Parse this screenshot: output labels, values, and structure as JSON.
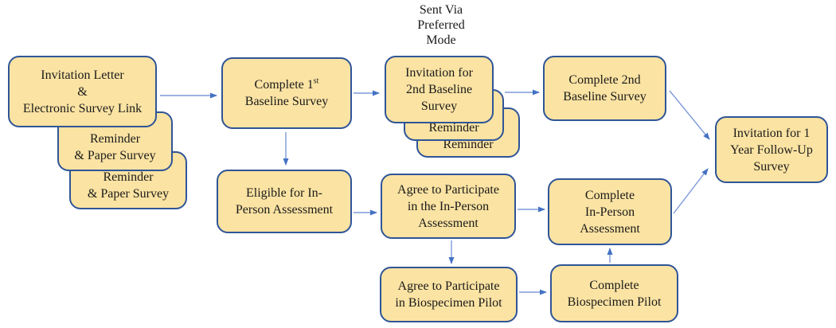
{
  "colors": {
    "background": "#FFFFFF",
    "box_fill": "#FBE3A3",
    "box_border": "#2F5597",
    "arrow": "#4472C4",
    "arrow_line": "#7D9AD8",
    "text": "#1A1A1A"
  },
  "note": {
    "line1": "Sent Via",
    "line2": "Preferred",
    "line3": "Mode"
  },
  "nodes": {
    "invitation_letter": {
      "line1": "Invitation Letter",
      "line2": "&",
      "line3": "Electronic Survey Link"
    },
    "reminder_paper_1": {
      "line1": "Reminder",
      "line2": "& Paper Survey"
    },
    "reminder_paper_2": {
      "line1": "Reminder",
      "line2": "& Paper Survey"
    },
    "complete_1st_baseline": {
      "prefix": "Complete 1",
      "sup": "st",
      "line2": "Baseline Survey"
    },
    "invitation_2nd_baseline": {
      "line1": "Invitation for",
      "line2": "2nd Baseline",
      "line3": "Survey"
    },
    "reminder_1": {
      "line1": "Reminder"
    },
    "reminder_2": {
      "line1": "Reminder"
    },
    "complete_2nd_baseline": {
      "line1": "Complete 2nd",
      "line2": "Baseline Survey"
    },
    "invitation_1yr_followup": {
      "line1": "Invitation for 1",
      "line2": "Year Follow-Up",
      "line3": "Survey"
    },
    "eligible_inperson": {
      "line1": "Eligible for In-",
      "line2": "Person Assessment"
    },
    "agree_inperson": {
      "line1": "Agree to Participate",
      "line2": "in the In-Person",
      "line3": "Assessment"
    },
    "complete_inperson": {
      "line1": "Complete",
      "line2": "In-Person",
      "line3": "Assessment"
    },
    "agree_biospecimen": {
      "line1": "Agree to Participate",
      "line2": "in Biospecimen Pilot"
    },
    "complete_biospecimen": {
      "line1": "Complete",
      "line2": "Biospecimen Pilot"
    }
  }
}
